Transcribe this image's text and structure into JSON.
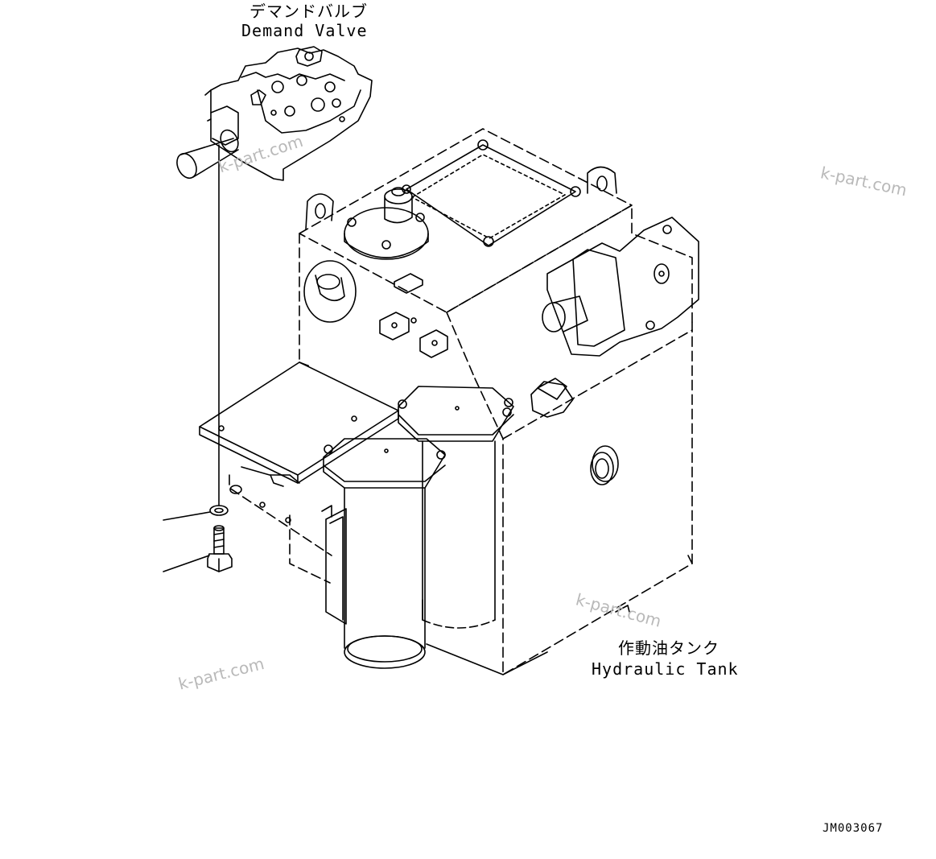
{
  "labels": {
    "demand_valve_jp": "デマンドバルブ",
    "demand_valve_en": "Demand Valve",
    "hydraulic_tank_jp": "作動油タンク",
    "hydraulic_tank_en": "Hydraulic Tank",
    "drawing_code": "JM003067"
  },
  "watermarks": [
    "k-part.com",
    "k-part.com",
    "k-part.com",
    "k-part.com"
  ],
  "colors": {
    "line": "#000000",
    "watermark": "#b9b9b9",
    "background": "#ffffff"
  }
}
